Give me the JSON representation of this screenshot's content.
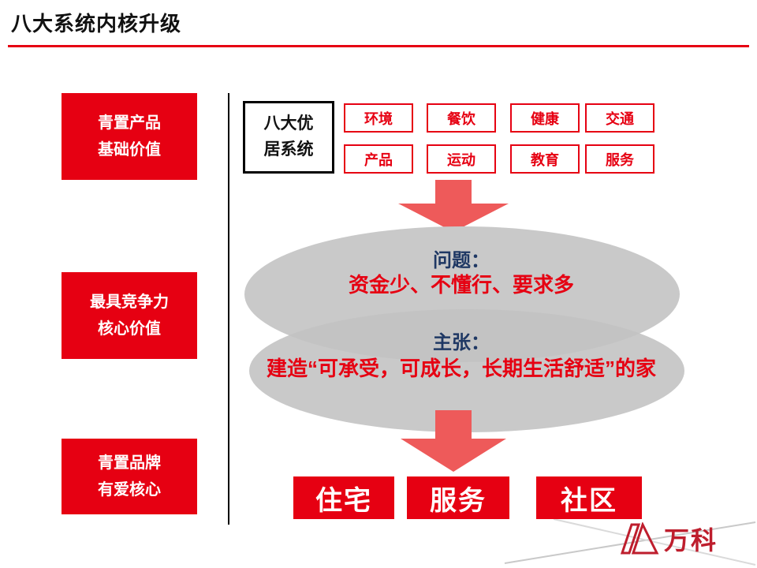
{
  "title": "八大系统内核升级",
  "colors": {
    "primary_red": "#E60012",
    "arrow_red": "#EE5A5A",
    "dark_blue": "#1F3864",
    "ellipse_gray": "#C9C9C9",
    "logo_red": "#BE1E2D"
  },
  "left_labels": [
    {
      "line1": "青置产品",
      "line2": "基础价值"
    },
    {
      "line1": "最具竞争力",
      "line2": "核心价值"
    },
    {
      "line1": "青置品牌",
      "line2": "有爱核心"
    }
  ],
  "system_box": {
    "line1": "八大优",
    "line2": "居系统"
  },
  "system_rows": [
    [
      "环境",
      "餐饮",
      "健康",
      "交通"
    ],
    [
      "产品",
      "运动",
      "教育",
      "服务"
    ]
  ],
  "problem": {
    "label": "问题：",
    "text": "资金少、不懂行、要求多"
  },
  "proposition": {
    "label": "主张：",
    "text": "建造“可承受，可成长，长期生活舒适”的家"
  },
  "bottom_boxes": [
    "住宅",
    "服务",
    "社区"
  ],
  "logo_text": "万科"
}
